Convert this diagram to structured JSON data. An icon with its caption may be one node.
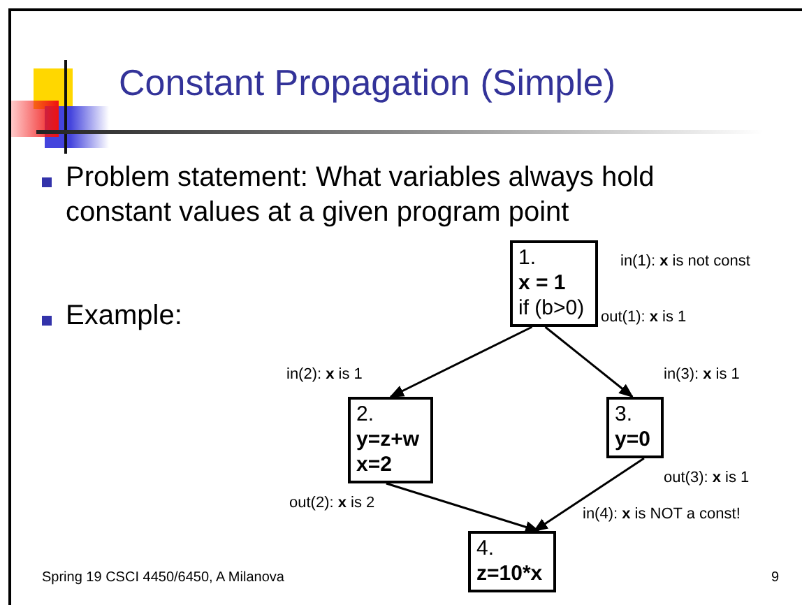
{
  "diagram": {
    "title": "Constant Propagation (Simple)",
    "nodes": [
      {
        "text": [
          "1.",
          "**x = 1**",
          "if (b>0)"
        ],
        "beside": [
          "in(1): **x** is not const",
          "out(1): **x** is 1"
        ]
      },
      {
        "text": [
          "2.",
          "**y=z+w**",
          "**x=2**"
        ],
        "beside": [
          "in(2): **x** is 1",
          "out(2): **x** is 2"
        ]
      },
      {
        "text": [
          "3.",
          "**y=0**"
        ],
        "beside": [
          "in(3): **x** is 1",
          "out(3): **x** is 1"
        ]
      },
      {
        "text": [
          "4.",
          "**z=10*x**"
        ],
        "beside": [
          "in(4): **x** is NOT a const!"
        ]
      }
    ],
    "edges": [
      {
        "from": 0,
        "to": 1,
        "arrow": "to"
      },
      {
        "from": 0,
        "to": 2,
        "arrow": "to"
      },
      {
        "from": 1,
        "to": 3,
        "arrow": "to"
      },
      {
        "from": 2,
        "to": 3,
        "arrow": "to"
      }
    ],
    "labels": [
      "Problem statement: What variables always hold constant values at a given program point",
      "Example:",
      "Spring 19 CSCI 4450/6450, A Milanova",
      "9"
    ]
  }
}
